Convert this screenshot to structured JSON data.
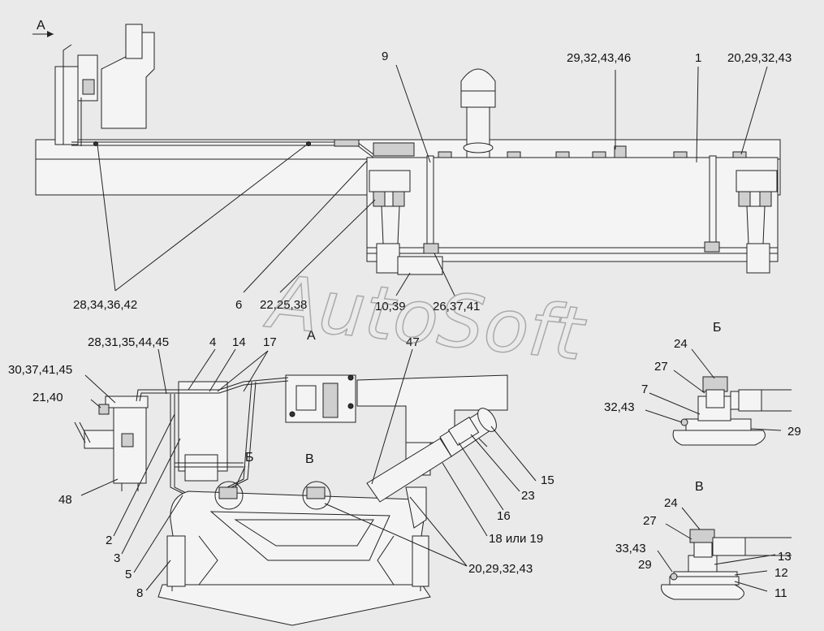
{
  "view_labels": {
    "view_a_arrow": "А",
    "view_a_title": "А",
    "view_b_title": "Б",
    "view_v_title": "В",
    "callout_b": "Б",
    "callout_v": "В"
  },
  "watermark": "AutoSoft",
  "top_view_callouts": {
    "c9": "9",
    "c29_32_43_46": "29,32,43,46",
    "c1": "1",
    "c20_29_32_43_top": "20,29,32,43",
    "c28_34_36_42": "28,34,36,42",
    "c6": "6",
    "c22_25_38": "22,25,38",
    "c10_39": "10,39",
    "c26_37_41": "26,37,41"
  },
  "view_a_callouts": {
    "c28_31_35_44_45": "28,31,35,44,45",
    "c4": "4",
    "c14": "14",
    "c17": "17",
    "c47": "47",
    "c30_37_41_45": "30,37,41,45",
    "c21_40": "21,40",
    "c48": "48",
    "c2": "2",
    "c3": "3",
    "c5": "5",
    "c8": "8",
    "c15": "15",
    "c23": "23",
    "c16": "16",
    "c18_or_19": "18 или 19",
    "c20_29_32_43_bottom": "20,29,32,43"
  },
  "view_b_callouts": {
    "c24": "24",
    "c27": "27",
    "c7": "7",
    "c32_43": "32,43",
    "c29": "29"
  },
  "view_v_callouts": {
    "c24": "24",
    "c27": "27",
    "c33_43": "33,43",
    "c29": "29",
    "c13": "13",
    "c12": "12",
    "c11": "11"
  }
}
